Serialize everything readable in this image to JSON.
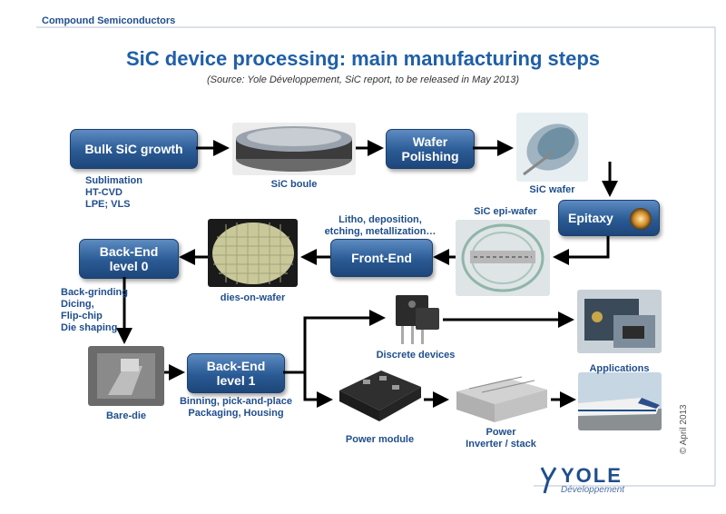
{
  "header": {
    "section": "Compound Semiconductors"
  },
  "title": "SiC device processing: main manufacturing steps",
  "subtitle": "(Source: Yole Développement, SiC report, to be released in May 2013)",
  "steps": {
    "bulk": "Bulk SiC growth",
    "polishing": "Wafer Polishing",
    "epitaxy": "Epitaxy",
    "frontend": "Front-End",
    "backend0": "Back-End level 0",
    "backend1": "Back-End level 1"
  },
  "labels": {
    "bulk_methods": [
      "Sublimation",
      "HT-CVD",
      "LPE; VLS"
    ],
    "boule": "SiC boule",
    "wafer": "SiC wafer",
    "epiwafer": "SiC epi-wafer",
    "frontend_ops": [
      "Litho, deposition,",
      "etching, metallization…"
    ],
    "dies": "dies-on-wafer",
    "backend0_ops": [
      "Back-grinding",
      "Dicing,",
      "Flip-chip",
      "Die shaping"
    ],
    "baredie": "Bare-die",
    "backend1_ops": [
      "Binning, pick-and-place",
      "Packaging, Housing"
    ],
    "discrete": "Discrete devices",
    "applications": "Applications",
    "module": "Power module",
    "inverter": [
      "Power",
      "Inverter / stack"
    ]
  },
  "footer": {
    "copyright": "© April 2013",
    "logo": "YOLE",
    "logo_sub": "Développement"
  },
  "colors": {
    "accent": "#1f4e8c",
    "box": "#2a5a94",
    "arrow": "#000000"
  }
}
